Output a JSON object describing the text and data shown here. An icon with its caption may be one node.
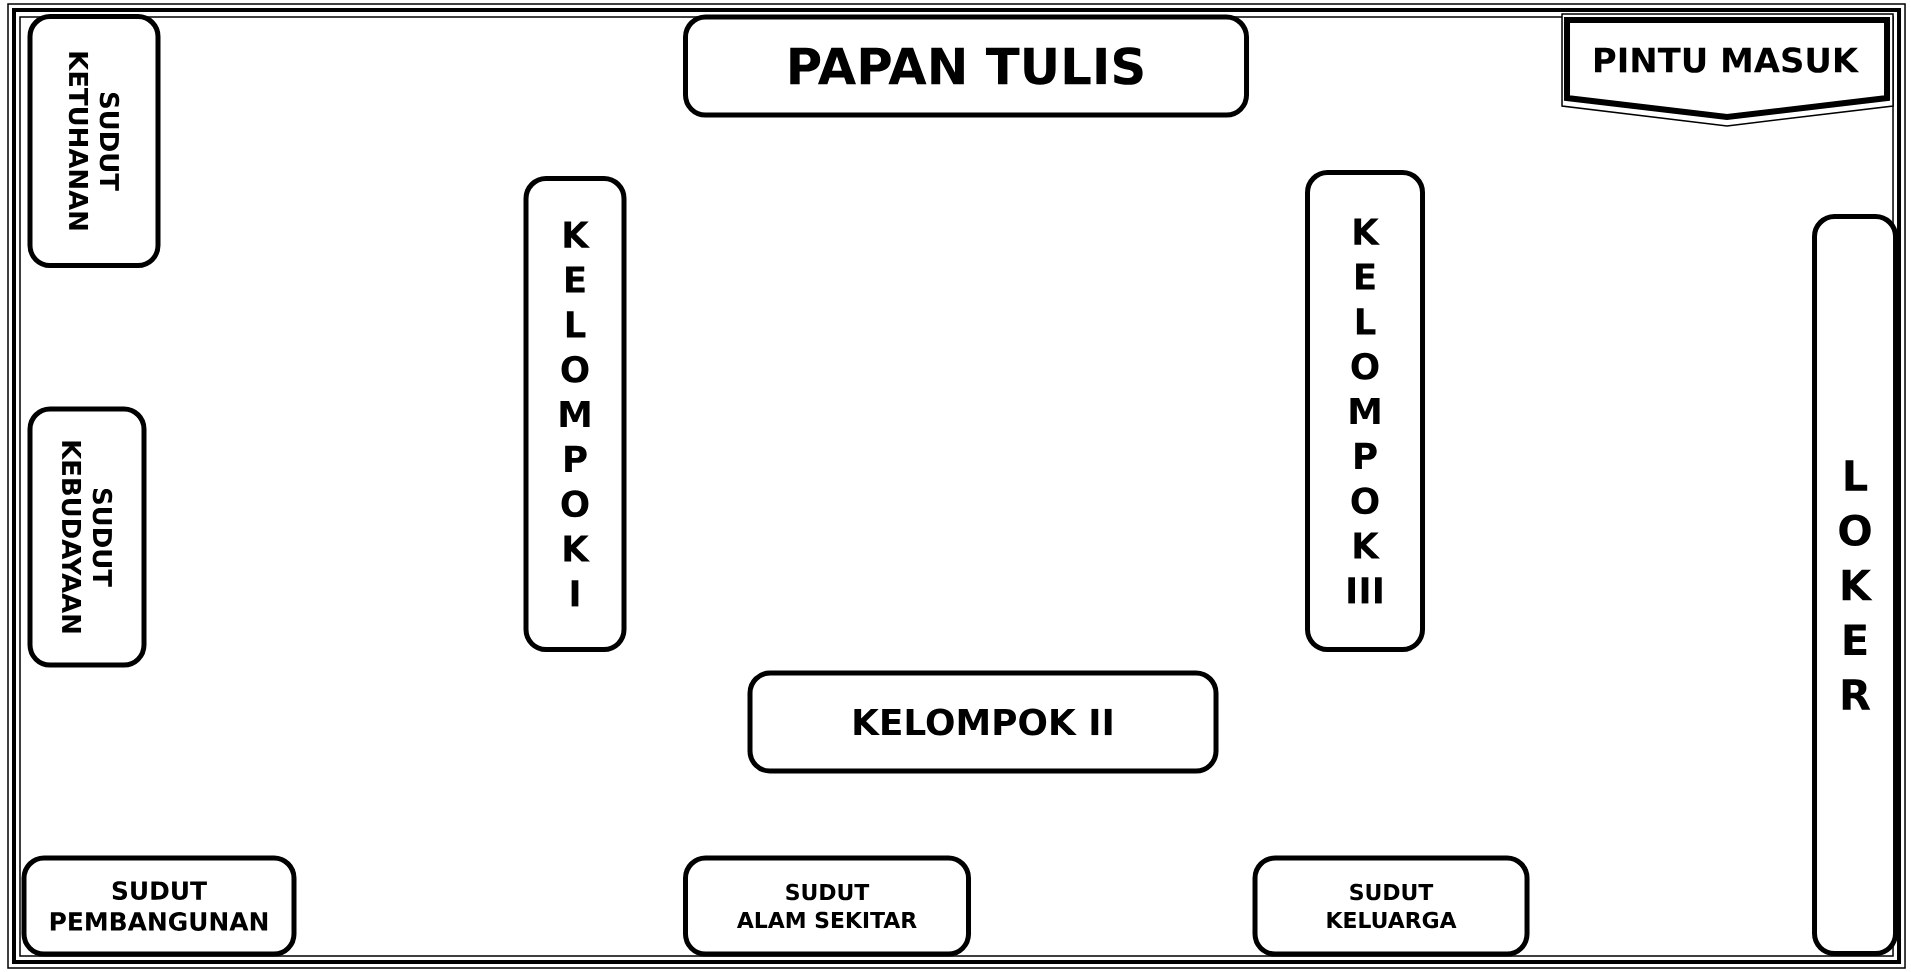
{
  "diagram": {
    "nodes": [
      {
        "text": [
          "SUDUT KETUHANAN"
        ]
      },
      {
        "text": [
          "PAPAN TULIS"
        ]
      },
      {
        "text": [
          "PINTU MASUK"
        ]
      },
      {
        "text": [
          "K E L O M P O K I"
        ]
      },
      {
        "text": [
          "K E L O M P O K III"
        ]
      },
      {
        "text": [
          "L O K E R"
        ]
      },
      {
        "text": [
          "SUDUT KEBUDAYAAN"
        ]
      },
      {
        "text": [
          "KELOMPOK II"
        ]
      },
      {
        "text": [
          "SUDUT PEMBANGUNAN"
        ]
      },
      {
        "text": [
          "SUDUT ALAM SEKITAR"
        ]
      },
      {
        "text": [
          "SUDUT KELUARGA"
        ]
      }
    ]
  }
}
